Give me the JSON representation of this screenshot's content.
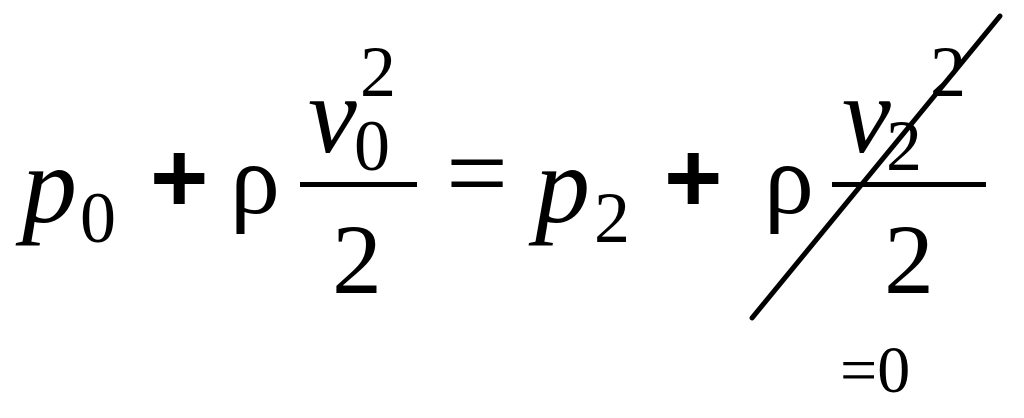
{
  "equation": {
    "lhs": {
      "p": "p",
      "p_sub": "0",
      "plus": "+",
      "rho": "ρ",
      "v": "v",
      "v_sub": "0",
      "v_sup": "2",
      "denominator": "2"
    },
    "equals": "=",
    "rhs": {
      "p": "p",
      "p_sub": "2",
      "plus": "+",
      "rho": "ρ",
      "v": "v",
      "v_sub": "2",
      "v_sup": "2",
      "denominator": "2"
    },
    "annotation": "=0"
  },
  "colors": {
    "ink": "#000000",
    "background": "#ffffff"
  }
}
